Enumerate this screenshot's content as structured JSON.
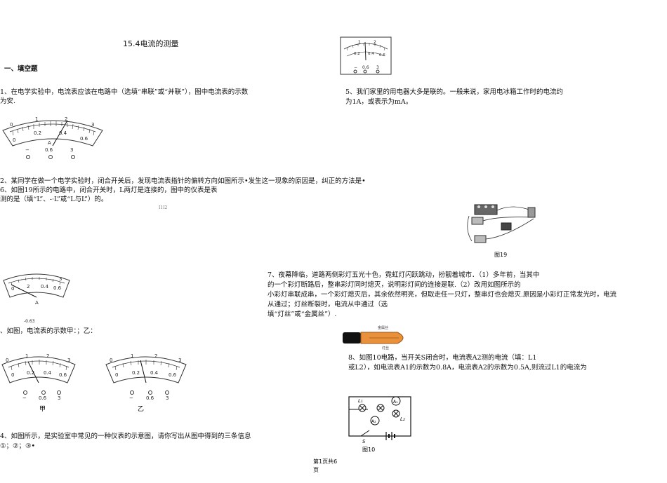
{
  "title": "15.4电流的测量",
  "section": "一、填空题",
  "q1": {
    "line1": "1、在电学实验中，电流表应该在电路中（选填“串联”或“并联”），图中电流表的示数",
    "line2": "为安."
  },
  "q2": "2、某同学在做一个电学实验时，闭合开关后，发现电流表指针的偏转方向如图所示•发生这一现象的原因是，纠正的方法是•",
  "q6": {
    "line1": "6、如图19所示的电路中，闭合开关时，L两灯是连接的，图中的仪表是表",
    "line2": "测的是（填“L”、-·L”或“L与L”）的。",
    "tiny": "I1I2"
  },
  "q3": "、如图，电流表的示数甲：；乙：",
  "q4": {
    "line1": "4、如图所示，是实验室中常见的一种仪表的示意图，请你写出从图中得到的三条信息",
    "line2": "①；②；③•"
  },
  "q5": {
    "line1": "5、我们家里的用电器大多是联的。一般来说，家用电冰箱工作时的电流约",
    "line2": "为1A，或表示为mA。"
  },
  "q7": {
    "line1": "7、夜幕降临，道路两侧彩灯五光十色，霓虹灯闪跃跳动，扮靓着城市．（1）多年前，当其中",
    "line2": "的一个彩灯断路后，整串彩灯同时熄灭，说明彩灯间的连接是联.（2）改用如图所示的",
    "line3": "小彩灯串联成串，一个彩灯熄灭后，其余依然明亮，但取走任一只灯，整串灯也会熄灭.原因是小彩灯正常发光时，电流",
    "line4": "从通过；灯丝断裂时，电流从中通过（选",
    "line5": "填“灯丝”或“金属丝”）."
  },
  "q8": {
    "line1": "8、如图10电路，当开关S闭合时，电流表A2测的电流（填：L1",
    "line2": "或L2），如电流表A1的示数为0.8A，电流表A2的示数为0.5A,则流过L1的电流为"
  },
  "meter_labels": {
    "upper_scale": [
      "0",
      "1",
      "2",
      "3"
    ],
    "lower_scale": [
      "0",
      "0.2",
      "0.4",
      "0.6"
    ],
    "unit": "A",
    "terminals": [
      "−",
      "0.6",
      "3"
    ]
  },
  "q2_partial_label": "-0.63",
  "fig_jia": "甲",
  "fig_yi": "乙",
  "fig19_caption": "图19",
  "fig10_caption": "图10",
  "fig10_labels": [
    "L₁",
    "A₁",
    "A₂",
    "L₂",
    "S"
  ],
  "bulb_labels": [
    "金属丝",
    "灯丝"
  ],
  "footer": {
    "line1": "第1页共6",
    "line2": "页"
  }
}
